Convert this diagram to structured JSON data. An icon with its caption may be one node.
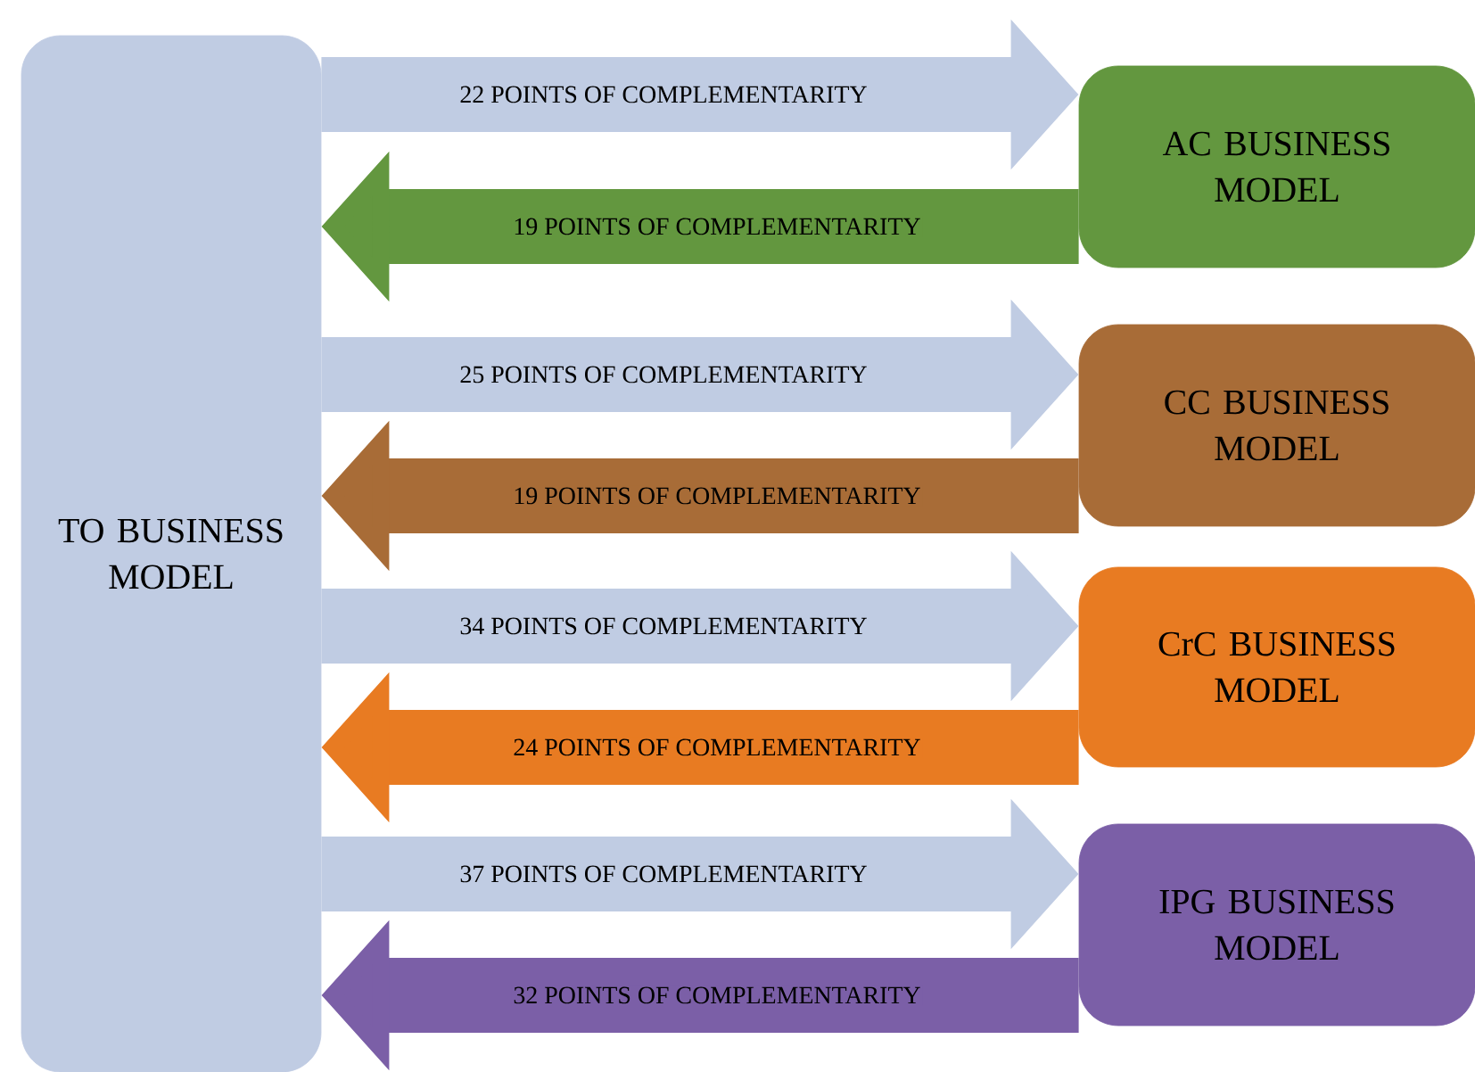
{
  "diagram": {
    "nodes": [
      {
        "text": [
          "TO BUSINESS MODEL"
        ]
      },
      {
        "text": [
          "AC BUSINESS MODEL"
        ]
      },
      {
        "text": [
          "CC BUSINESS MODEL"
        ]
      },
      {
        "text": [
          "CrC BUSINESS MODEL"
        ]
      },
      {
        "text": [
          "IPG BUSINESS MODEL"
        ]
      }
    ],
    "edges": [
      {
        "from": 0,
        "to": 1,
        "arrow": "to",
        "label": "22 POINTS OF COMPLEMENTARITY"
      },
      {
        "from": 1,
        "to": 0,
        "arrow": "to",
        "label": "19 POINTS OF COMPLEMENTARITY",
        "color": "#63973f"
      },
      {
        "from": 0,
        "to": 2,
        "arrow": "to",
        "label": "25 POINTS OF COMPLEMENTARITY"
      },
      {
        "from": 2,
        "to": 0,
        "arrow": "to",
        "label": "19 POINTS OF COMPLEMENTARITY",
        "color": "#a86c37"
      },
      {
        "from": 0,
        "to": 3,
        "arrow": "to",
        "label": "34 POINTS OF COMPLEMENTARITY"
      },
      {
        "from": 3,
        "to": 0,
        "arrow": "to",
        "label": "24 POINTS OF COMPLEMENTARITY",
        "color": "#e87b22"
      },
      {
        "from": 0,
        "to": 4,
        "arrow": "to",
        "label": "37 POINTS OF COMPLEMENTARITY"
      },
      {
        "from": 4,
        "to": 0,
        "arrow": "to",
        "label": "32 POINTS OF COMPLEMENTARITY",
        "color": "#7b5fa7"
      }
    ]
  }
}
